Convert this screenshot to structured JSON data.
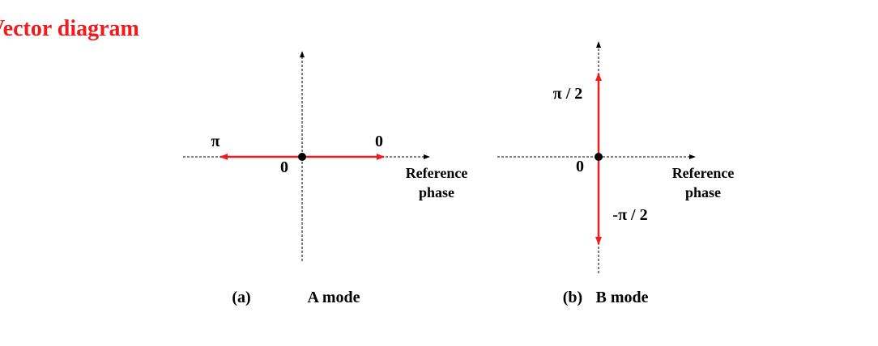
{
  "title": "Vector diagram",
  "colors": {
    "title": "#ee1c1c",
    "vector": "#ee1c1c",
    "axis": "#000000"
  },
  "diagram_a": {
    "label_left": "π",
    "label_right": "0",
    "label_origin": "0",
    "reference_line1": "Reference",
    "reference_line2": "phase",
    "caption_letter": "(a)",
    "caption_mode": "A mode"
  },
  "diagram_b": {
    "label_top": "π / 2",
    "label_bottom": "-π / 2",
    "label_origin": "0",
    "reference_line1": "Reference",
    "reference_line2": "phase",
    "caption_letter": "(b)",
    "caption_mode": "B mode"
  }
}
